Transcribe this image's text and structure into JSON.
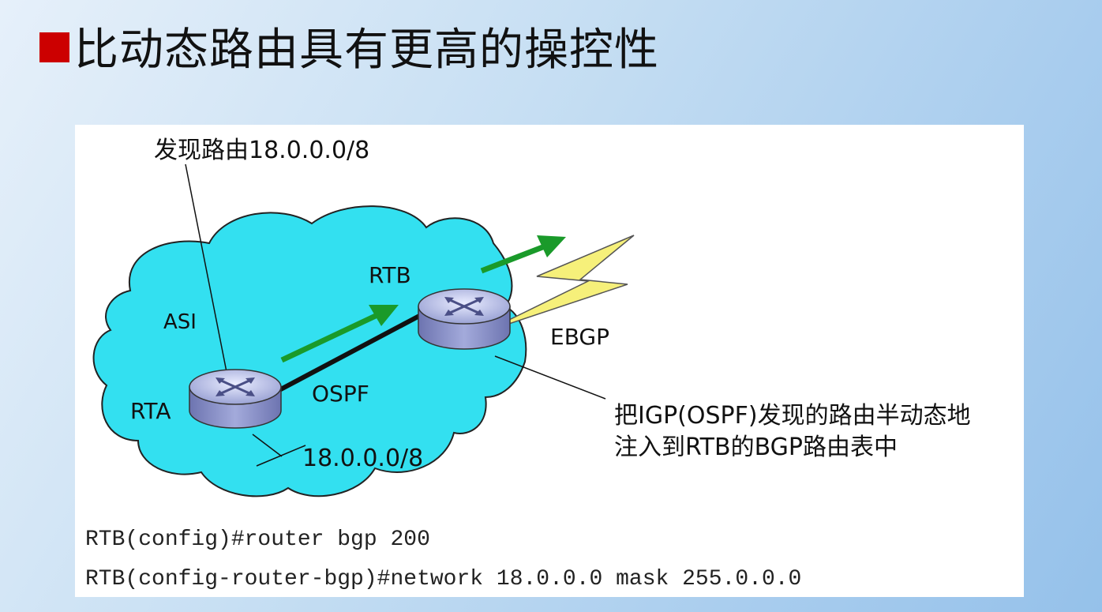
{
  "slide": {
    "title": "比动态路由具有更高的操控性",
    "bullet_color": "#cc0000"
  },
  "diagram": {
    "discover_label": "发现路由18.0.0.0/8",
    "as_label": "ASI",
    "rta_label": "RTA",
    "rtb_label": "RTB",
    "ospf_label": "OSPF",
    "ebgp_label": "EBGP",
    "network_label": "18.0.0.0/8",
    "note_line1": "把IGP(OSPF)发现的路由半动态地",
    "note_line2": "注入到RTB的BGP路由表中",
    "colors": {
      "cloud": "#33e0f0",
      "arrow": "#1a9a2a",
      "lightning": "#f6f07a",
      "router": "#8c94c8"
    }
  },
  "commands": {
    "line1": "RTB(config)#router bgp 200",
    "line2": "RTB(config-router-bgp)#network 18.0.0.0 mask 255.0.0.0"
  }
}
